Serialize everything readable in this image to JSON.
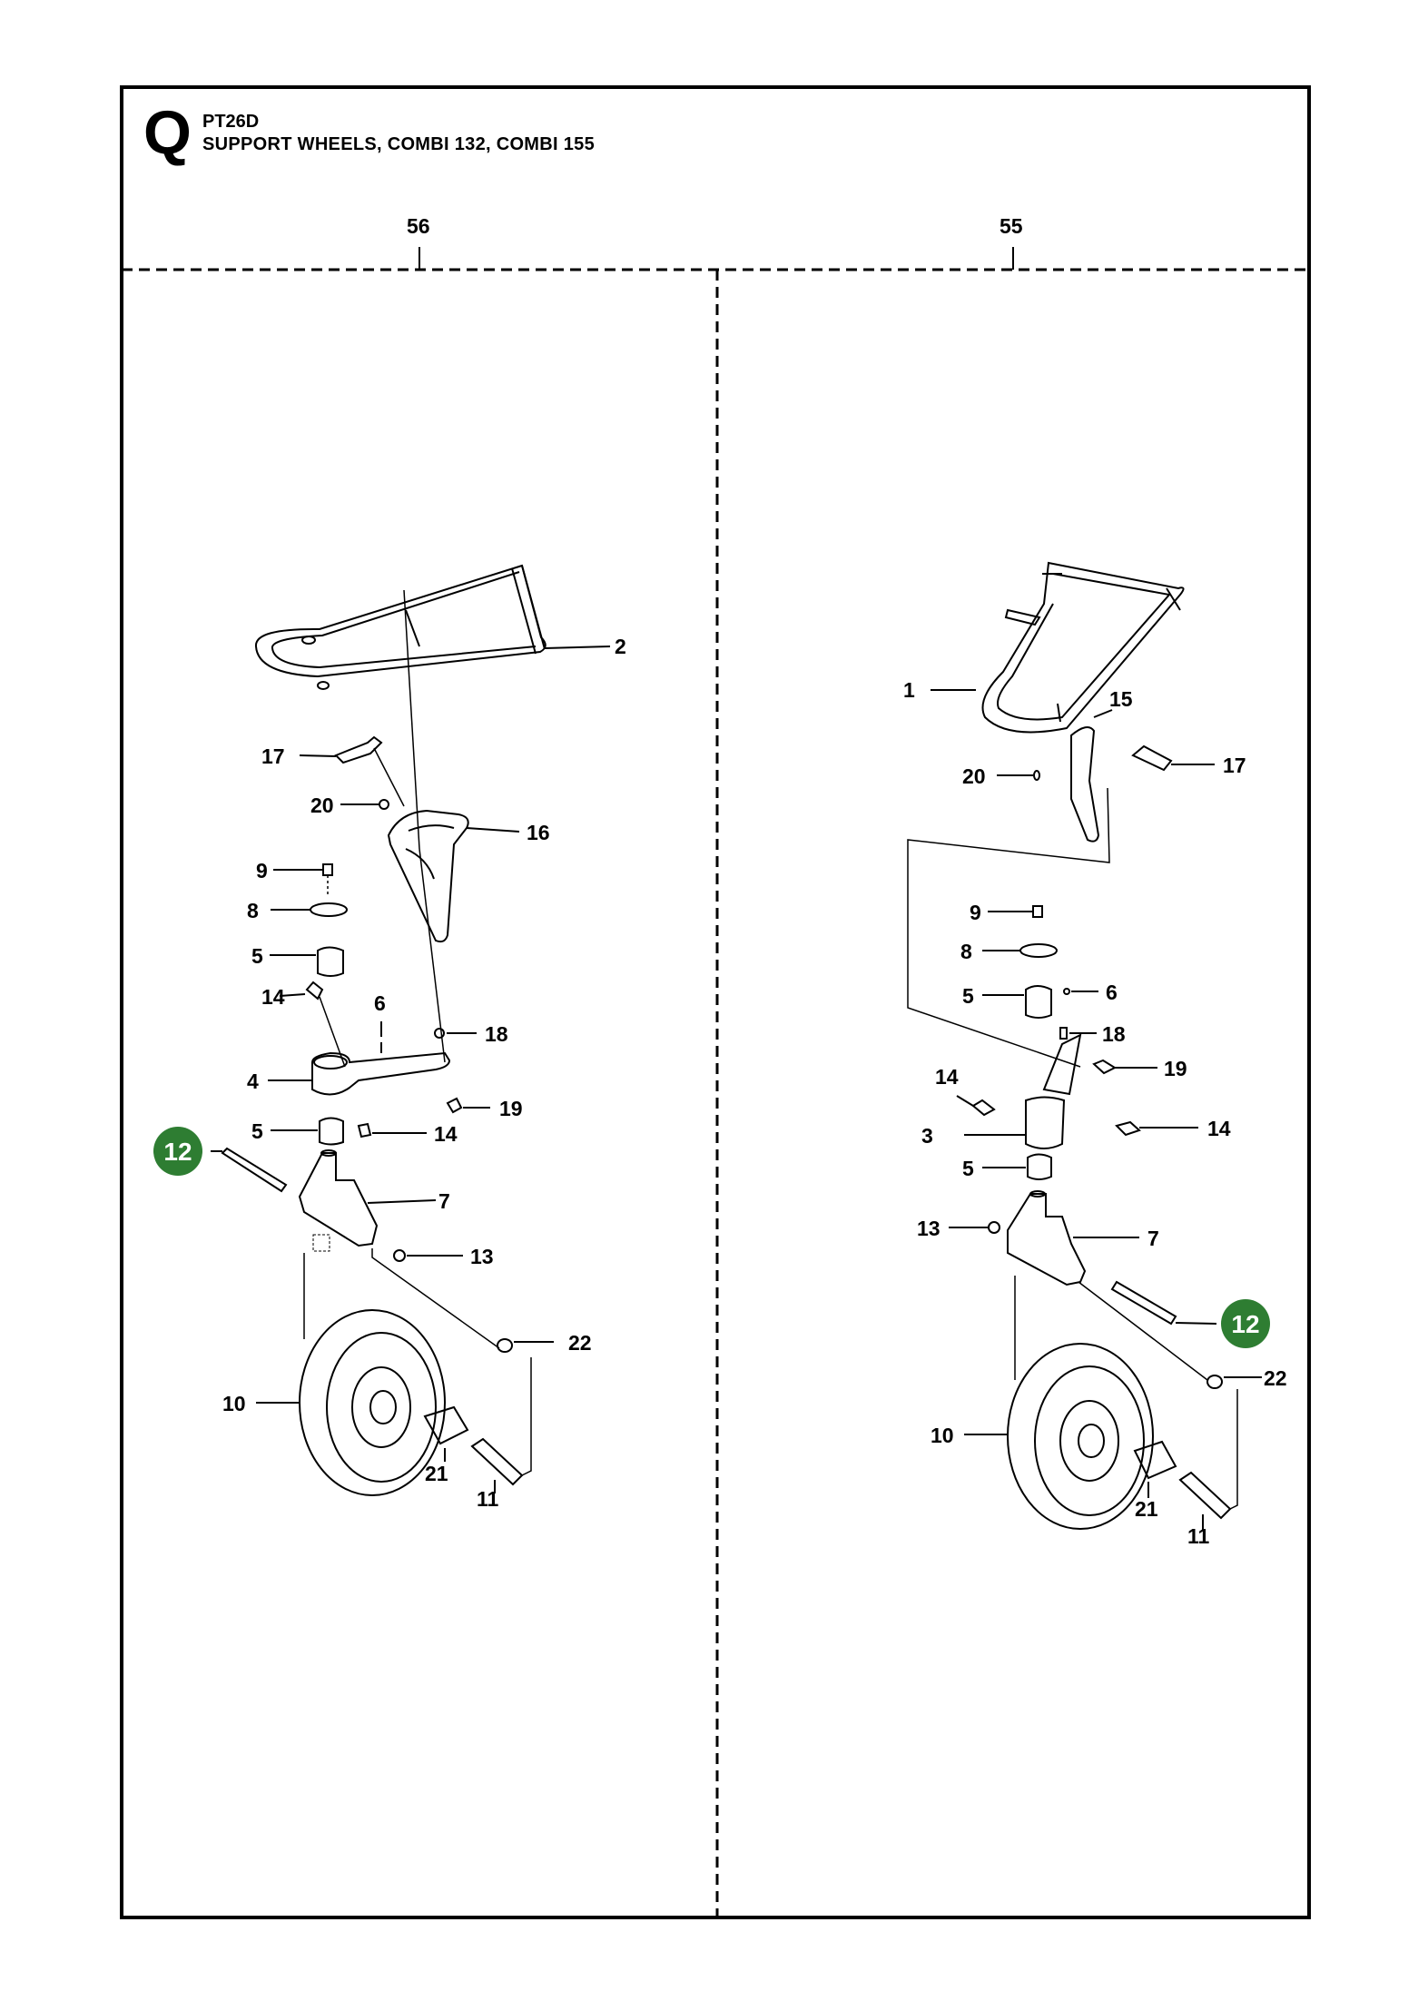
{
  "header": {
    "section_letter": "Q",
    "model": "PT26D",
    "title": "SUPPORT WHEELS, COMBI 132, COMBI 155"
  },
  "columns": [
    {
      "label": "56"
    },
    {
      "label": "55"
    }
  ],
  "highlight_color": "#2e7d32",
  "left_assembly": {
    "callouts": [
      "2",
      "17",
      "20",
      "16",
      "9",
      "8",
      "5",
      "14",
      "6",
      "18",
      "4",
      "19",
      "5",
      "14",
      "12",
      "7",
      "13",
      "22",
      "10",
      "21",
      "11"
    ]
  },
  "right_assembly": {
    "callouts": [
      "1",
      "15",
      "17",
      "20",
      "9",
      "8",
      "5",
      "6",
      "18",
      "19",
      "14",
      "3",
      "14",
      "5",
      "13",
      "7",
      "12",
      "22",
      "10",
      "21",
      "11"
    ]
  }
}
